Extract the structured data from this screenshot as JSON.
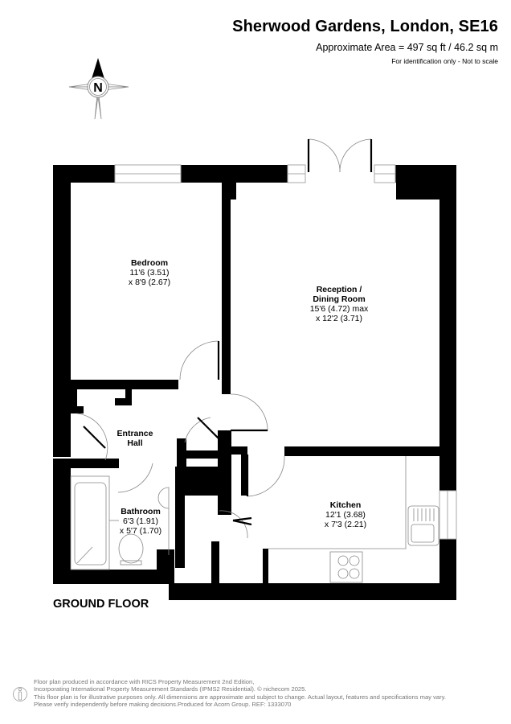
{
  "header": {
    "title": "Sherwood Gardens, London, SE16",
    "area": "Approximate Area = 497 sq ft / 46.2 sq m",
    "note": "For identification only - Not to scale"
  },
  "compass": {
    "icon": "north-compass-icon",
    "label": "N"
  },
  "floor": {
    "label": "GROUND FLOOR"
  },
  "rooms": [
    {
      "name": "Bedroom",
      "dim1": "11'6 (3.51)",
      "dim2": "x 8'9 (2.67)"
    },
    {
      "name": "Reception /",
      "name2": "Dining Room",
      "dim1": "15'6 (4.72) max",
      "dim2": "x 12'2 (3.71)"
    },
    {
      "name": "Entrance",
      "name2": "Hall"
    },
    {
      "name": "Bathroom",
      "dim1": "6'3 (1.91)",
      "dim2": "x 5'7 (1.70)"
    },
    {
      "name": "Kitchen",
      "dim1": "12'1 (3.68)",
      "dim2": "x 7'3 (2.21)"
    }
  ],
  "footer": {
    "lines": [
      "Floor plan produced in accordance with RICS Property Measurement 2nd Edition,",
      "Incorporating International Property Measurement Standards (IPMS2 Residential).   © nichecom 2025.",
      "This floor plan is for illustrative purposes only. All dimensions are approximate and subject to change. Actual layout, features and specifications may vary.",
      "Please verify independently before making decisions.Produced for Acorn Group.   REF:  1333070"
    ]
  }
}
